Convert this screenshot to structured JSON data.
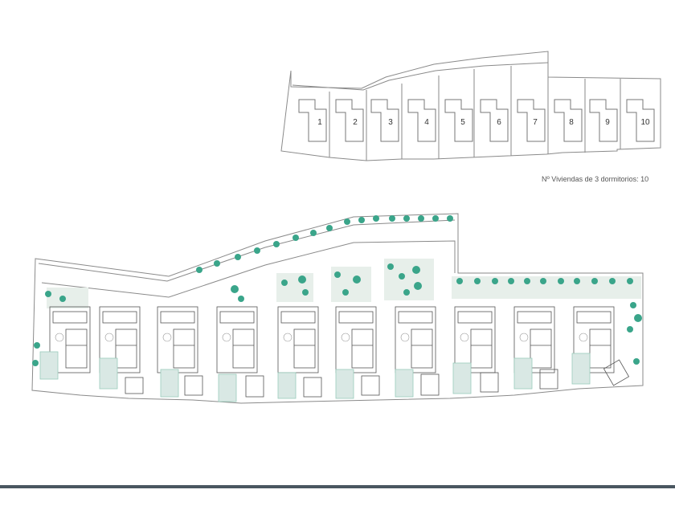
{
  "key_plan": {
    "unit_labels": [
      "1",
      "2",
      "3",
      "4",
      "5",
      "6",
      "7",
      "8",
      "9",
      "10"
    ]
  },
  "caption": "Nº Viviendas de 3 dormitorios: 10",
  "colors": {
    "line": "#7a7a7a",
    "pool": "#d9e8e4",
    "garden": "#e7efea",
    "tree": "#3aa58a",
    "footer": "#4a5660"
  }
}
